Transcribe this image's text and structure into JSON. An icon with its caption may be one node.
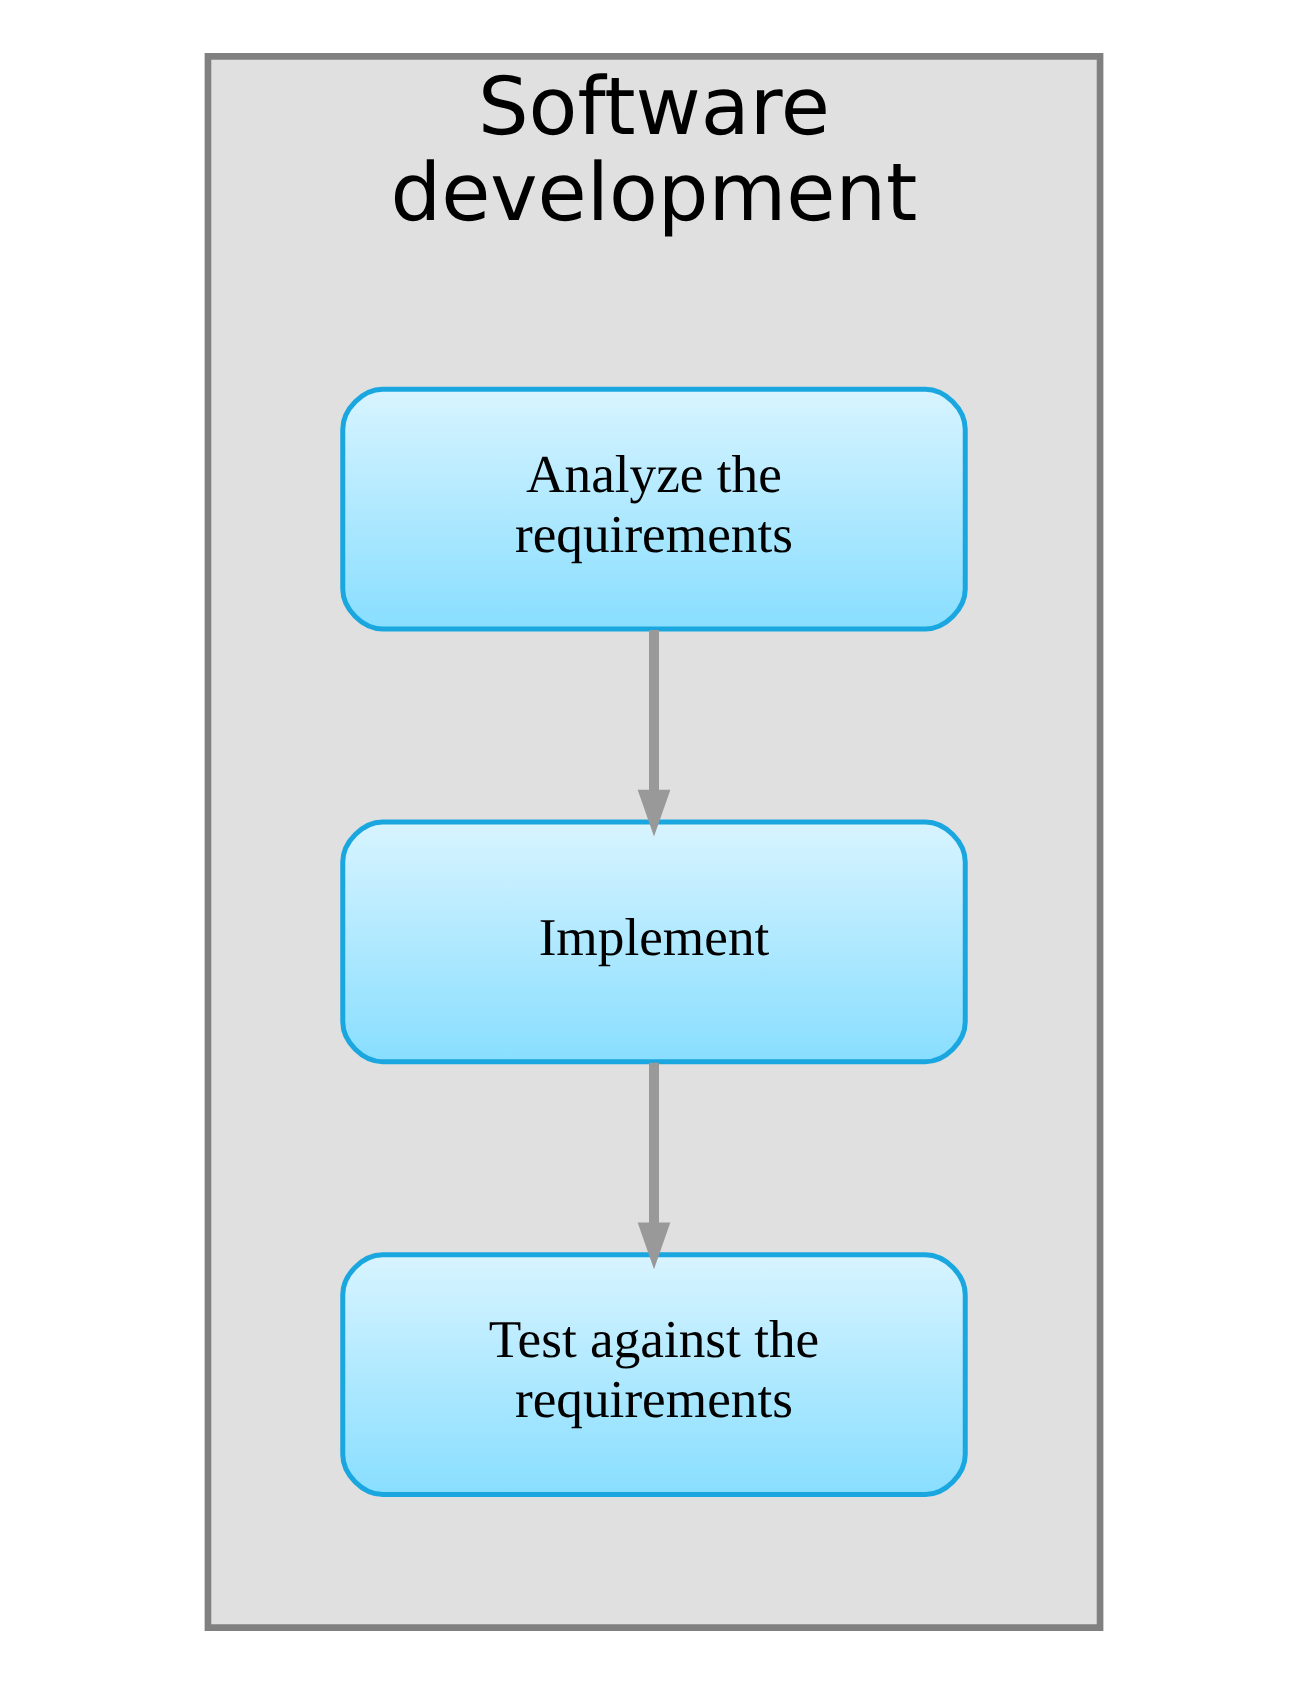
{
  "diagram": {
    "nodes": [
      {
        "text": [
          "Software development"
        ]
      },
      {
        "text": [
          "Analyze the requirements"
        ],
        "in": 0
      },
      {
        "text": [
          "Implement"
        ],
        "in": 0
      },
      {
        "text": [
          "Test against the requirements"
        ],
        "in": 0
      }
    ],
    "edges": [
      {
        "from": 1,
        "to": 2,
        "arrow": "to"
      },
      {
        "from": 2,
        "to": 3,
        "arrow": "to"
      }
    ]
  }
}
